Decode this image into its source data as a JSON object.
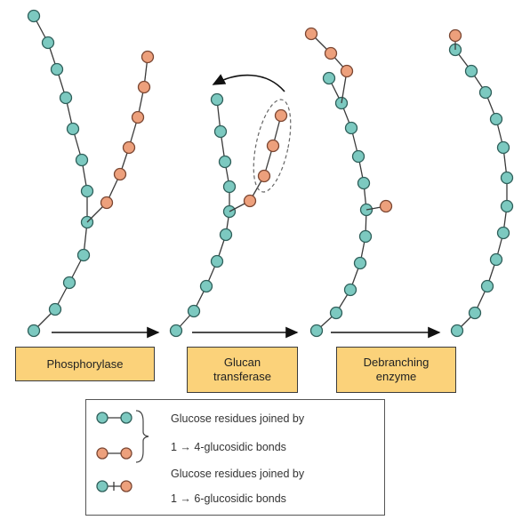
{
  "enzymes": {
    "phosphorylase": "Phosphorylase",
    "glucan_transferase": [
      "Glucan",
      "transferase"
    ],
    "debranching_enzyme": [
      "Debranching",
      "enzyme"
    ]
  },
  "legend": {
    "alpha14_line1": "Glucose residues joined by",
    "alpha14_line2": "1 → 4-glucosidic bonds",
    "alpha16_line1": "Glucose residues joined by",
    "alpha16_line2": "1 → 6-glucosidic bonds"
  },
  "colors": {
    "teal_residue": "#7cc9c0",
    "orange_residue": "#eda07c",
    "enzyme_box": "#fbd27a"
  }
}
